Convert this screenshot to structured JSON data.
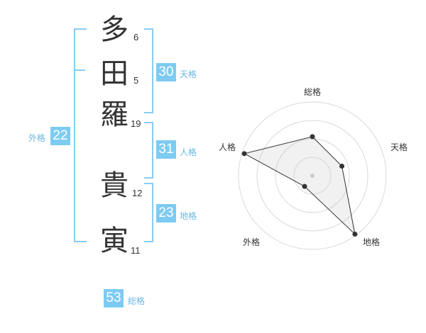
{
  "characters": [
    {
      "char": "多",
      "strokes": "6"
    },
    {
      "char": "田",
      "strokes": "5"
    },
    {
      "char": "羅",
      "strokes": "19"
    },
    {
      "char": "貴",
      "strokes": "12"
    },
    {
      "char": "寅",
      "strokes": "11"
    }
  ],
  "scores": {
    "gaikaku": {
      "value": "22",
      "label": "外格"
    },
    "tenkaku": {
      "value": "30",
      "label": "天格"
    },
    "jinkaku": {
      "value": "31",
      "label": "人格"
    },
    "chikaku": {
      "value": "23",
      "label": "地格"
    },
    "soukaku": {
      "value": "53",
      "label": "総格"
    }
  },
  "chart_data": {
    "type": "radar",
    "axes": [
      "総格",
      "天格",
      "地格",
      "外格",
      "人格"
    ],
    "values": [
      0.53,
      0.42,
      0.98,
      0.18,
      0.97
    ],
    "range": [
      0,
      1
    ],
    "rings": 4
  }
}
